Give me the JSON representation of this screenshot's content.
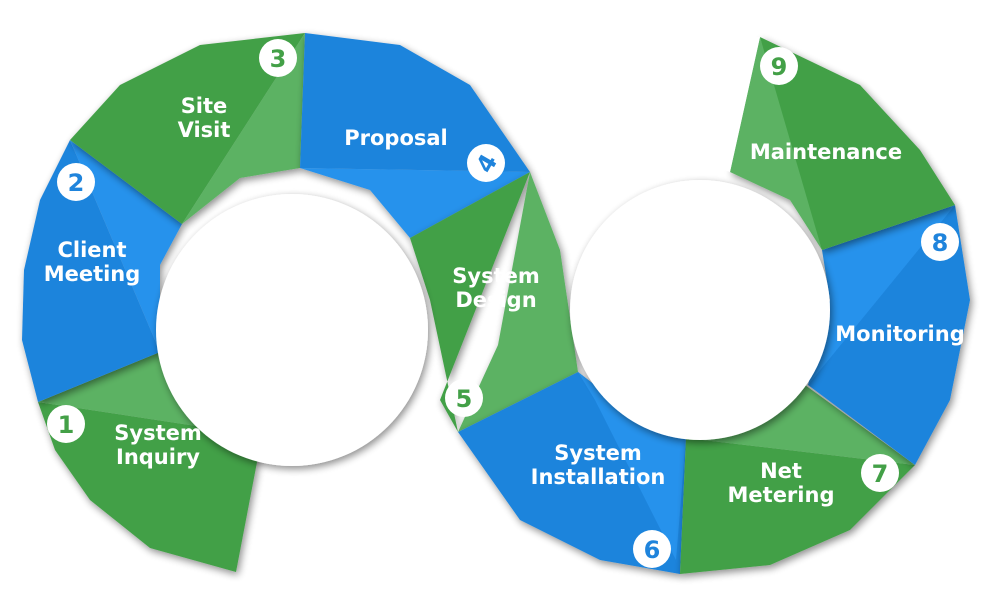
{
  "title": "Solar installation process cycle",
  "colors": {
    "green_dark": "#43a047",
    "green_light": "#5cb264",
    "blue_dark": "#1f84dc",
    "blue_light": "#2792ec",
    "badge_bg": "#ffffff"
  },
  "steps": [
    {
      "number": "1",
      "label_lines": [
        "System",
        "Inquiry"
      ],
      "color": "green"
    },
    {
      "number": "2",
      "label_lines": [
        "Client",
        "Meeting"
      ],
      "color": "blue"
    },
    {
      "number": "3",
      "label_lines": [
        "Site",
        "Visit"
      ],
      "color": "green"
    },
    {
      "number": "4",
      "label_lines": [
        "Proposal"
      ],
      "color": "blue"
    },
    {
      "number": "5",
      "label_lines": [
        "System",
        "Design"
      ],
      "color": "green"
    },
    {
      "number": "6",
      "label_lines": [
        "System",
        "Installation"
      ],
      "color": "blue"
    },
    {
      "number": "7",
      "label_lines": [
        "Net",
        "Metering"
      ],
      "color": "green"
    },
    {
      "number": "8",
      "label_lines": [
        "Monitoring"
      ],
      "color": "blue"
    },
    {
      "number": "9",
      "label_lines": [
        "Maintenance"
      ],
      "color": "green"
    }
  ]
}
